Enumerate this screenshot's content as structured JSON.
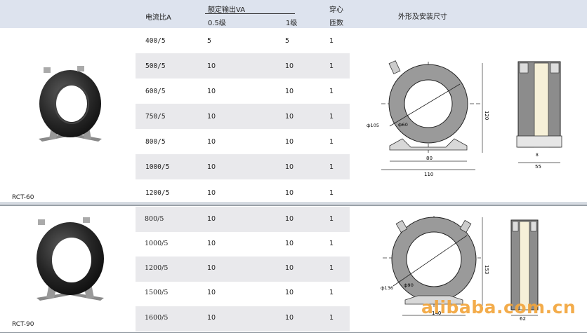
{
  "header": {
    "ratio": "电流比A",
    "rated_output": "额定输出VA",
    "class_05": "0.5级",
    "class_1": "1级",
    "turns_line1": "穿心",
    "turns_line2": "匝数",
    "dimensions": "外形及安装尺寸"
  },
  "section1": {
    "model": "RCT-60",
    "rows": [
      {
        "ratio": "400/5",
        "va05": "5",
        "va1": "5",
        "turns": "1"
      },
      {
        "ratio": "500/5",
        "va05": "10",
        "va1": "10",
        "turns": "1"
      },
      {
        "ratio": "600/5",
        "va05": "10",
        "va1": "10",
        "turns": "1"
      },
      {
        "ratio": "750/5",
        "va05": "10",
        "va1": "10",
        "turns": "1"
      },
      {
        "ratio": "800/5",
        "va05": "10",
        "va1": "10",
        "turns": "1"
      },
      {
        "ratio": "1000/5",
        "va05": "10",
        "va1": "10",
        "turns": "1"
      },
      {
        "ratio": "1200/5",
        "va05": "10",
        "va1": "10",
        "turns": "1"
      }
    ],
    "dims": {
      "outer": "ф105",
      "inner": "ф60",
      "height": "120",
      "width_base": "80",
      "width_total": "110",
      "side_slot": "8",
      "side_width": "55"
    }
  },
  "section2": {
    "model": "RCT-90",
    "rows": [
      {
        "ratio": "800/5",
        "va05": "10",
        "va1": "10",
        "turns": "1"
      },
      {
        "ratio": "1000/5",
        "va05": "10",
        "va1": "10",
        "turns": "1"
      },
      {
        "ratio": "1200/5",
        "va05": "10",
        "va1": "10",
        "turns": "1"
      },
      {
        "ratio": "1500/5",
        "va05": "10",
        "va1": "10",
        "turns": "1"
      },
      {
        "ratio": "1600/5",
        "va05": "10",
        "va1": "10",
        "turns": "1"
      }
    ],
    "dims": {
      "outer": "ф136",
      "inner": "ф90",
      "height": "153",
      "width_total": "140",
      "side_width": "62"
    }
  },
  "watermark": "alibaba.com.cn"
}
